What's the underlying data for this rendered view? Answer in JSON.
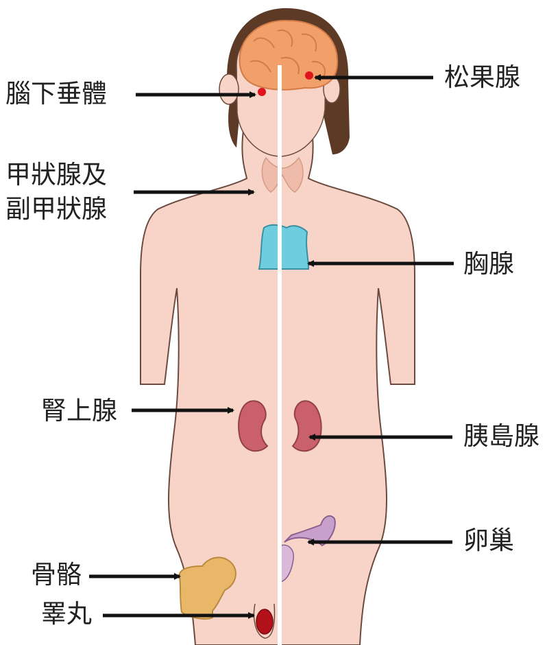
{
  "header": {
    "title_partial": ""
  },
  "labels": {
    "pituitary": "腦下垂體",
    "pineal": "松果腺",
    "thyroid_line1": "甲狀腺及",
    "thyroid_line2": "副甲狀腺",
    "thymus": "胸腺",
    "adrenal": "腎上腺",
    "pancreas": "胰島腺",
    "ovary": "卵巢",
    "bone": "骨骼",
    "testis": "睪丸"
  },
  "colors": {
    "skin": "#f7d3c8",
    "skin_outline": "#6b4a3e",
    "hair": "#5c3a26",
    "brain": "#f2a06a",
    "gland_dot": "#e0141c",
    "thyroid": "#f0bcaa",
    "thymus": "#6fcde0",
    "kidney": "#c9606a",
    "ovary": "#c7a0cc",
    "bone": "#e9b768",
    "testis": "#b3121a",
    "arrow": "#111111",
    "divider": "#ffffff"
  }
}
